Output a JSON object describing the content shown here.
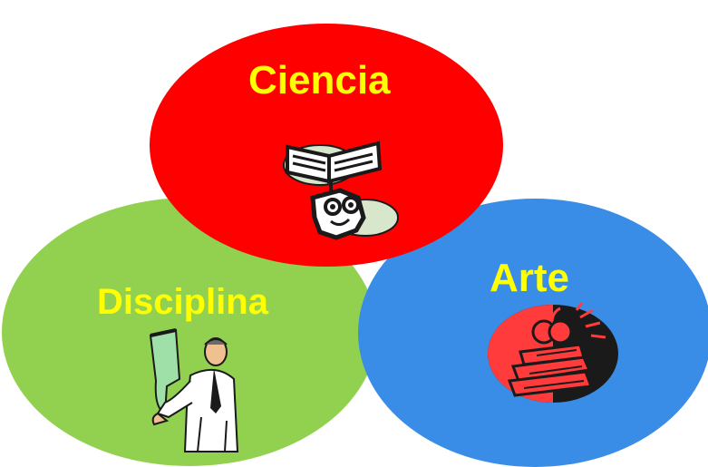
{
  "labels": {
    "ciencia": "Ciencia",
    "disciplina": "Disciplina",
    "arte": "Arte"
  },
  "colors": {
    "ciencia_fill": "#ff0000",
    "disciplina_fill": "#92d050",
    "arte_fill": "#3a8de6",
    "label_text": "#ffff00",
    "clipart_dark": "#1a1a1a",
    "clipart_light": "#d8e6cc",
    "clipart_accent": "#ff3b3b"
  },
  "icons": {
    "ciencia": "book-reader-icon",
    "disciplina": "presenter-icon",
    "arte": "books-apple-icon"
  }
}
